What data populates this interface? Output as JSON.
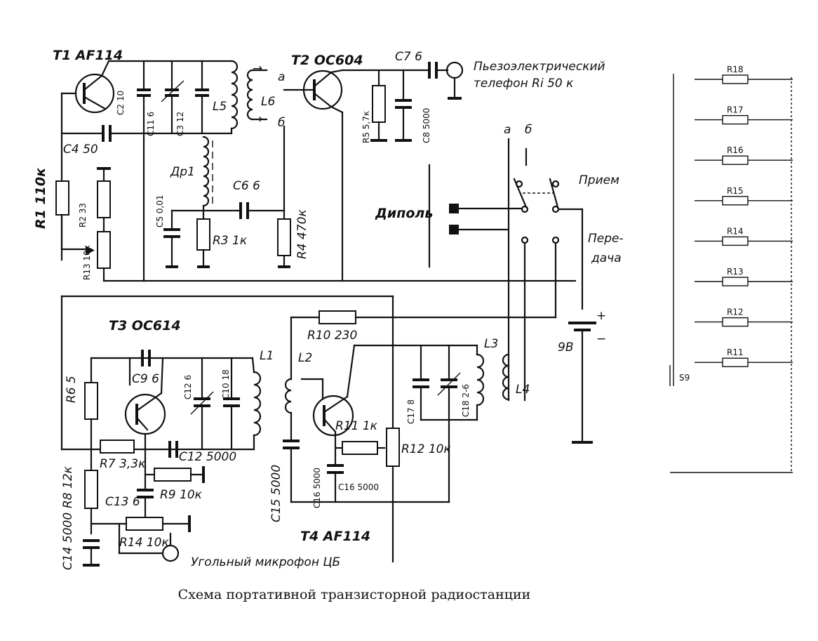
{
  "caption": "Схема портативной транзисторной радиостанции",
  "transistors": {
    "t1": "T1 AF114",
    "t2": "T2 OC604",
    "t3": "T3 OC614",
    "t4": "T4 AF114"
  },
  "labels": {
    "c2": "C2 10",
    "c11": "C11 6",
    "c3": "C3 12",
    "l5": "L5",
    "l6": "L6",
    "a_top": "a",
    "b_top": "б",
    "c4": "C4 50",
    "dr1": "Др1",
    "c5": "C5 0,01",
    "c6": "C6 6",
    "r3": "R3 1к",
    "r4": "R4 470к",
    "r1": "R1 110к",
    "r2": "R2 33",
    "r13": "R13 10к",
    "c7": "C7 6",
    "r5": "R5 5,7к",
    "c8": "C8 5000",
    "phone": "Пьезоэлектрический",
    "phone2": "телефон Ri 50 к",
    "sw_a": "a",
    "sw_b": "б",
    "dipole": "Диполь",
    "rx": "Прием",
    "tx1": "Пере-",
    "tx2": "дача",
    "batt": "9В",
    "plus": "+",
    "minus": "−",
    "r10": "R10 230",
    "l2": "L2",
    "l3": "L3",
    "l1": "L1",
    "l4": "L4",
    "c9": "C9 6",
    "c12a": "C12 6",
    "c10": "C10 18",
    "r6": "R6 5",
    "r7": "R7 3,3к",
    "c12": "C12 5000",
    "r8": "R8 12к",
    "r9": "R9 10к",
    "c13": "C13 6",
    "c14": "C14 5000",
    "r14": "R14 10к",
    "mic": "Угольный микрофон ЦБ",
    "c15": "C15 5000",
    "c16a": "C16 5000",
    "c16b": "C16 5000",
    "r11": "R11 1к",
    "r12": "R12 10к",
    "c17": "C17 8",
    "c18": "C18 2-6"
  },
  "resistor_ladder": {
    "items": [
      "R18",
      "R17",
      "R16",
      "R15",
      "R14",
      "R13",
      "R12",
      "R11"
    ],
    "switch": "S9"
  }
}
